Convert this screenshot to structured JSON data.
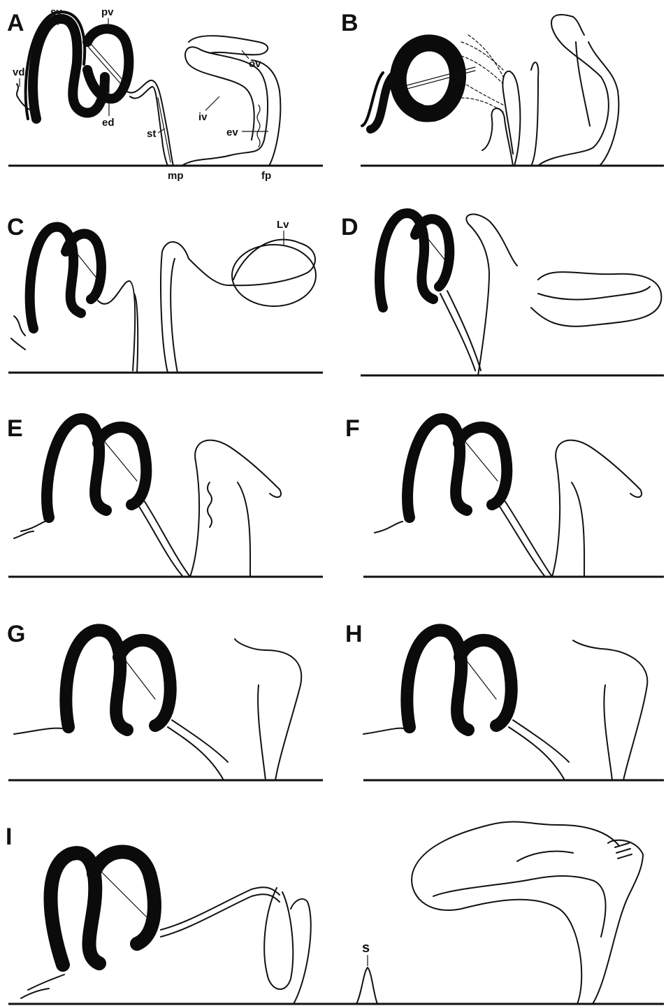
{
  "panels": [
    {
      "letter": "A"
    },
    {
      "letter": "B"
    },
    {
      "letter": "C"
    },
    {
      "letter": "D"
    },
    {
      "letter": "E"
    },
    {
      "letter": "F"
    },
    {
      "letter": "G"
    },
    {
      "letter": "H"
    },
    {
      "letter": "I"
    }
  ],
  "labels": {
    "sv": "sv",
    "pv": "pv",
    "vd": "vd",
    "ed": "ed",
    "st": "st",
    "mp": "mp",
    "iv": "iv",
    "ev": "ev",
    "fp": "fp",
    "ov": "ov",
    "Lv": "Lv",
    "s": "s"
  }
}
